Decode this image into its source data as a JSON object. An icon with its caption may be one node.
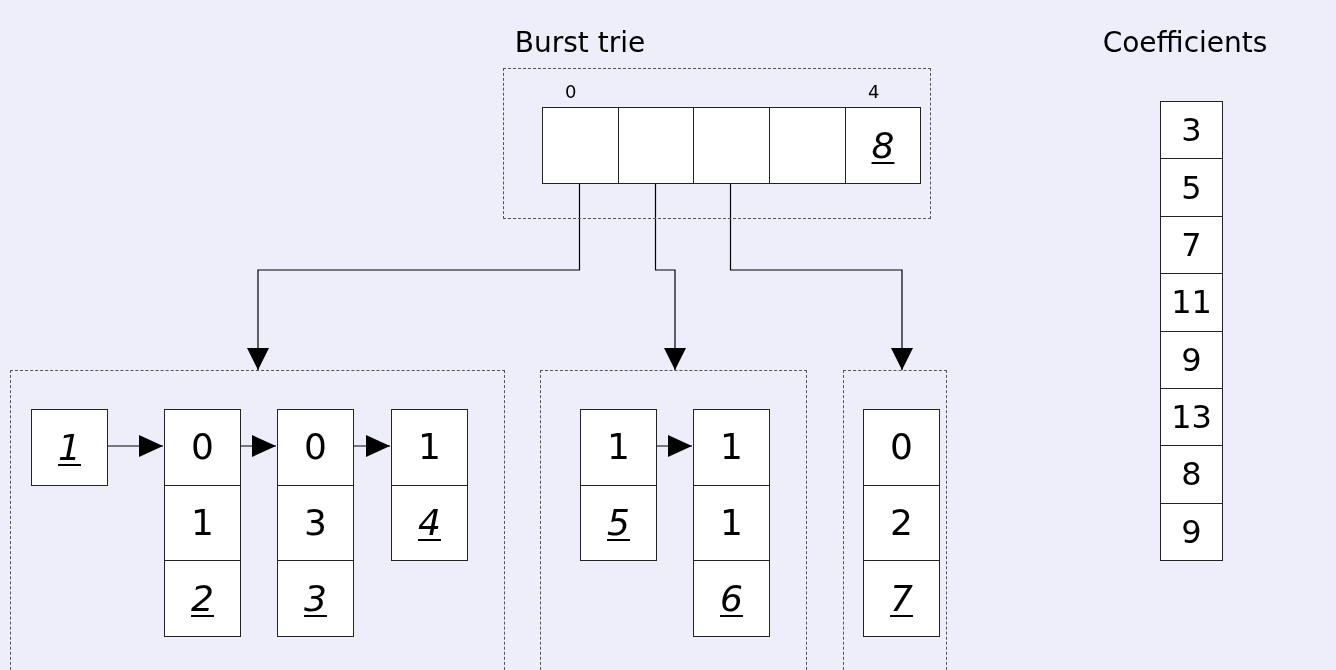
{
  "diagram": {
    "nodes": [
      {
        "text": [],
        "shape": "box"
      },
      {
        "text": [],
        "shape": "box",
        "in": 0,
        "beside": [
          "0"
        ]
      },
      {
        "text": [],
        "shape": "box",
        "in": 0
      },
      {
        "text": [],
        "shape": "box",
        "in": 0
      },
      {
        "text": [],
        "shape": "box",
        "in": 0
      },
      {
        "text": [
          "8"
        ],
        "in": 0,
        "beside": [
          "4"
        ]
      },
      {
        "text": [],
        "shape": "box"
      },
      {
        "text": [
          "1"
        ],
        "in": 6
      },
      {
        "text": [
          "0",
          "1",
          "2"
        ],
        "in": 6
      },
      {
        "text": [
          "0",
          "3",
          "3"
        ],
        "in": 6
      },
      {
        "text": [
          "1",
          "4"
        ],
        "in": 6
      },
      {
        "text": [],
        "shape": "box"
      },
      {
        "text": [
          "1",
          "5"
        ],
        "in": 11
      },
      {
        "text": [
          "1",
          "1",
          "6"
        ],
        "in": 11
      },
      {
        "text": [],
        "shape": "box"
      },
      {
        "text": [
          "0",
          "2",
          "7"
        ],
        "in": 14
      },
      {
        "text": [
          "3",
          "5",
          "7",
          "11",
          "9",
          "13",
          "8",
          "9"
        ]
      }
    ],
    "edges": [
      {
        "from": 1,
        "to": 6,
        "arrow": "to"
      },
      {
        "from": 2,
        "to": 11,
        "arrow": "to"
      },
      {
        "from": 3,
        "to": 14,
        "arrow": "to"
      },
      {
        "from": 7,
        "to": 8,
        "arrow": "to"
      },
      {
        "from": 8,
        "to": 9,
        "arrow": "to"
      },
      {
        "from": 9,
        "to": 10,
        "arrow": "to"
      },
      {
        "from": 12,
        "to": 13,
        "arrow": "to"
      }
    ],
    "labels": [
      "Burst trie",
      "Coefficients"
    ]
  }
}
